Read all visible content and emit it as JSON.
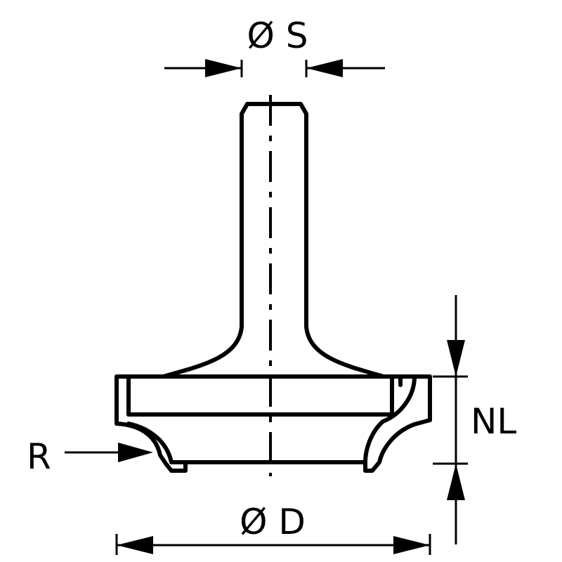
{
  "labels": {
    "shank_diameter": "Ø S",
    "cutter_diameter": "Ø D",
    "radius": "R",
    "cutting_length": "NL"
  },
  "colors": {
    "line": "#000000",
    "background": "#ffffff"
  }
}
